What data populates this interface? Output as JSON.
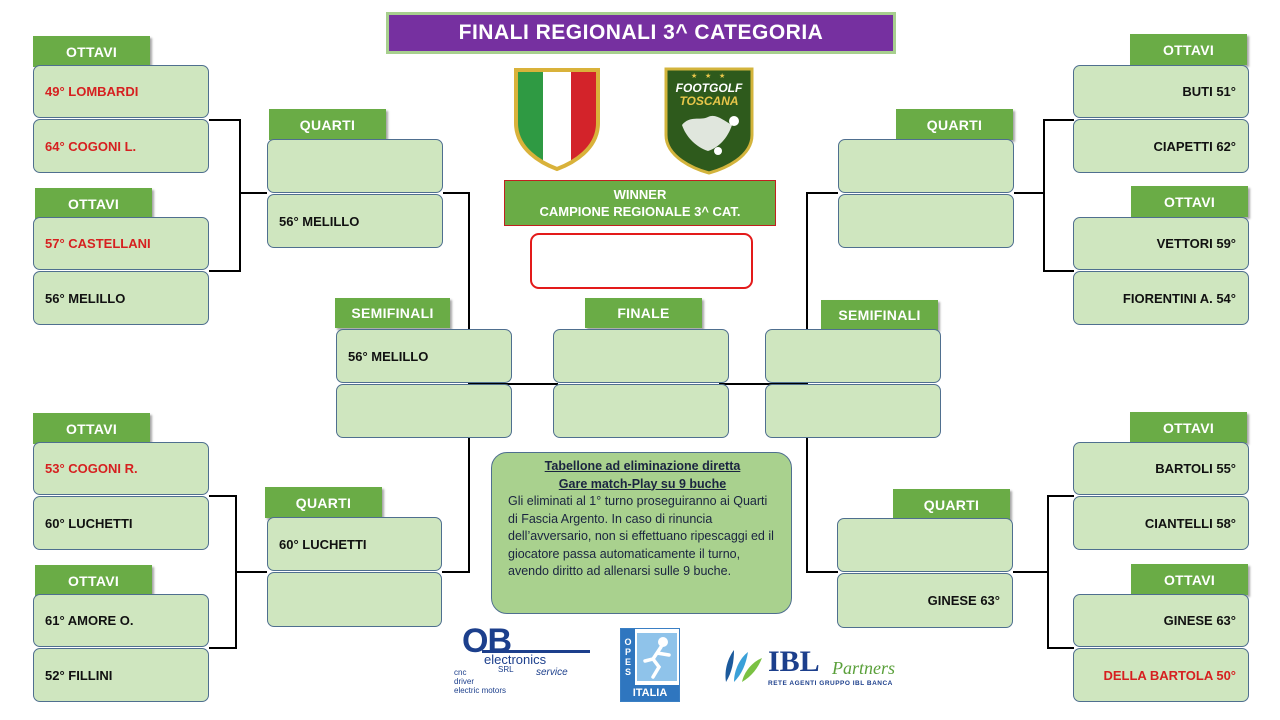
{
  "title": "FINALI REGIONALI 3^ CATEGORIA",
  "labels": {
    "ottavi": "OTTAVI",
    "quarti": "QUARTI",
    "semifinali": "SEMIFINALI",
    "finale": "FINALE"
  },
  "winner": {
    "line1": "WINNER",
    "line2": "CAMPIONE REGIONALE 3^ CAT."
  },
  "logos": {
    "footgolf_line1": "FOOTGOLF",
    "footgolf_line2": "TOSCANA",
    "ob_big": "OB",
    "ob_word": "electronics",
    "ob_srl": "SRL",
    "ob_service": "service",
    "ob_items": [
      "cnc",
      "driver",
      "electric motors"
    ],
    "opes_vertical": "OPES",
    "opes_bottom": "ITALIA",
    "ibl_name": "IBL",
    "ibl_partners": "Partners",
    "ibl_sub": "RETE AGENTI GRUPPO IBL BANCA"
  },
  "left": {
    "ottavi": [
      "49° LOMBARDI",
      "64° COGONI L.",
      "57° CASTELLANI",
      "56° MELILLO",
      "53° COGONI R.",
      "60° LUCHETTI",
      "61° AMORE O.",
      "52° FILLINI"
    ],
    "quarti": [
      "",
      "56° MELILLO",
      "60° LUCHETTI",
      ""
    ],
    "semifinali": [
      "56° MELILLO",
      ""
    ]
  },
  "right": {
    "ottavi": [
      "BUTI 51°",
      "CIAPETTI 62°",
      "VETTORI 59°",
      "FIORENTINI A. 54°",
      "BARTOLI 55°",
      "CIANTELLI 58°",
      "GINESE 63°",
      "DELLA BARTOLA 50°"
    ],
    "quarti": [
      "",
      "",
      "",
      "GINESE 63°"
    ],
    "semifinali": [
      "",
      ""
    ]
  },
  "finale": [
    "",
    ""
  ],
  "info": {
    "heading1": "Tabellone ad eliminazione diretta",
    "heading2": "Gare match-Play su 9 buche",
    "body": "Gli eliminati al 1° turno proseguiranno ai Quarti di Fascia Argento. In caso di rinuncia dell’avversario, non si effettuano ripescaggi ed il giocatore passa automaticamente il turno, avendo diritto ad allenarsi sulle 9 buche."
  },
  "colors": {
    "box_fill": "#cfe6bf",
    "label_green": "#6aac46",
    "title_purple": "#7630a0",
    "eliminated_red": "#d62020"
  }
}
